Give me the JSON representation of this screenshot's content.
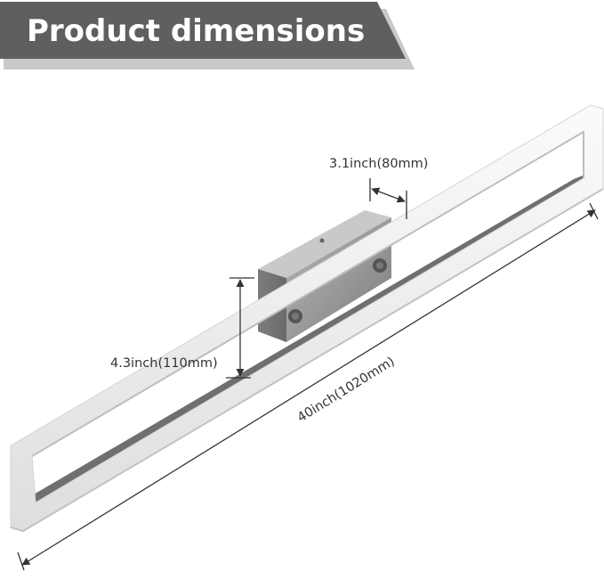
{
  "banner": {
    "title": "Product dimensions"
  },
  "dimensions": {
    "depth_label": "3.1inch(80mm)",
    "height_label": "4.3inch(110mm)",
    "length_label": "40inch(1020mm)"
  },
  "colors": {
    "banner_front": "#5f5f5f",
    "banner_shadow": "#c9c9c9",
    "fixture_frame": "#f2f2f2",
    "fixture_metal": "#8f8f8f",
    "dimension_line": "#333333"
  }
}
